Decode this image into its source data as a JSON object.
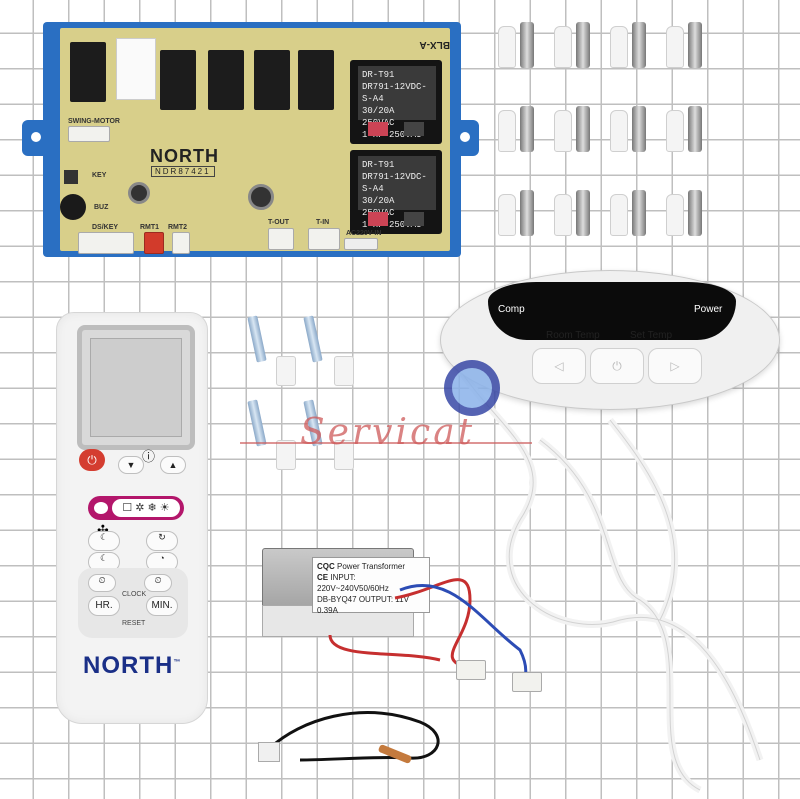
{
  "pcb": {
    "brand": "NORTH",
    "model": "NDR87421",
    "board_code": "BLX-A",
    "relay_text_1": "DR-T91\nDR791-12VDC-S-A4\n30/20A 250VAC\n1 HP 250VAC",
    "relay_text_2": "DR-T91\nDR791-12VDC-S-A4\n30/20A 250VAC\n1 HP 250VAC",
    "silk": {
      "ds_key": "DS/KEY",
      "rmt1": "RMT1",
      "rmt2": "RMT2",
      "tout": "T-OUT",
      "tin": "T-IN",
      "key": "KEY",
      "buz": "BUZ",
      "swing": "SWING-MOTOR",
      "ac": "AC220V-IN"
    }
  },
  "display_panel": {
    "comp": "Comp",
    "power": "Power",
    "room_temp": "Room Temp",
    "set_temp": "Set Temp"
  },
  "remote": {
    "brand": "NORTH",
    "clock": "CLOCK",
    "reset": "RESET",
    "hr": "HR.",
    "min": "MIN."
  },
  "transformer": {
    "cert": "CQC",
    "ce": "CE",
    "title": "Power Transformer",
    "input": "INPUT: 220V~240V50/60Hz",
    "code": "DB-BYQ47",
    "output": "OUTPUT: 11V  0.39A"
  },
  "watermark": {
    "text": "Servicat"
  }
}
